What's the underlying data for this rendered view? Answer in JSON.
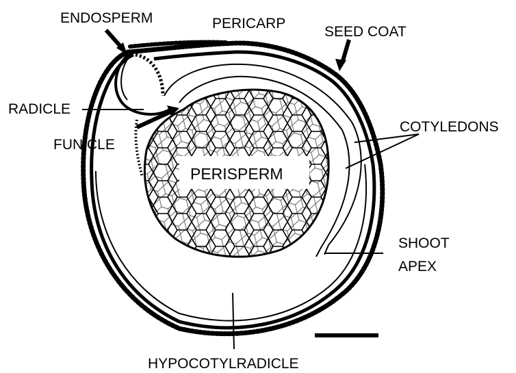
{
  "labels": {
    "endosperm": "ENDOSPERM",
    "pericarp": "PERICARP",
    "seed_coat": "SEED COAT",
    "radicle": "RADICLE",
    "funicle": "FUNICLE",
    "cotyledons": "COTYLEDONS",
    "perisperm": "PERISPERM",
    "shoot": "SHOOT",
    "apex": "APEX",
    "hypocotylradicle": "HYPOCOTYLRADICLE"
  },
  "colors": {
    "ink": "#000000",
    "background": "#ffffff"
  }
}
